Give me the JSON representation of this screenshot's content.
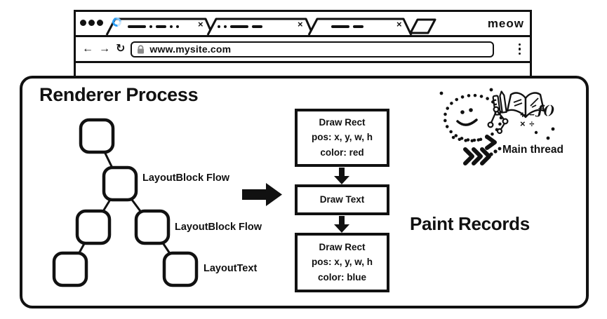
{
  "browser": {
    "logo": "meow",
    "tabs": [
      {
        "pattern": "—·–··",
        "close": "×"
      },
      {
        "pattern": "··—–",
        "close": "×"
      },
      {
        "pattern": "—–",
        "close": "×"
      }
    ],
    "nav": {
      "back": "←",
      "forward": "→",
      "reload": "↻"
    },
    "address": {
      "url": "www.mysite.com"
    }
  },
  "renderer": {
    "title": "Renderer Process",
    "tree_labels": [
      "LayoutBlock Flow",
      "LayoutBlock Flow",
      "LayoutText"
    ]
  },
  "paint": {
    "title": "Paint Records",
    "records": [
      {
        "lines": [
          "Draw Rect",
          "pos: x, y, w, h",
          "color: red"
        ]
      },
      {
        "lines": [
          "Draw Text"
        ]
      },
      {
        "lines": [
          "Draw Rect",
          "pos: x, y, w, h",
          "color: blue"
        ]
      }
    ]
  },
  "main_thread": {
    "label": "Main thread",
    "math_top": "+ −",
    "math_bottom": "× ÷",
    "fn": "ƒ()"
  },
  "colors": {
    "ink": "#111111",
    "spinner_blue": "#2b9df4",
    "spinner_light": "#cfe8fb",
    "lock_gray": "#8a8a8a"
  }
}
